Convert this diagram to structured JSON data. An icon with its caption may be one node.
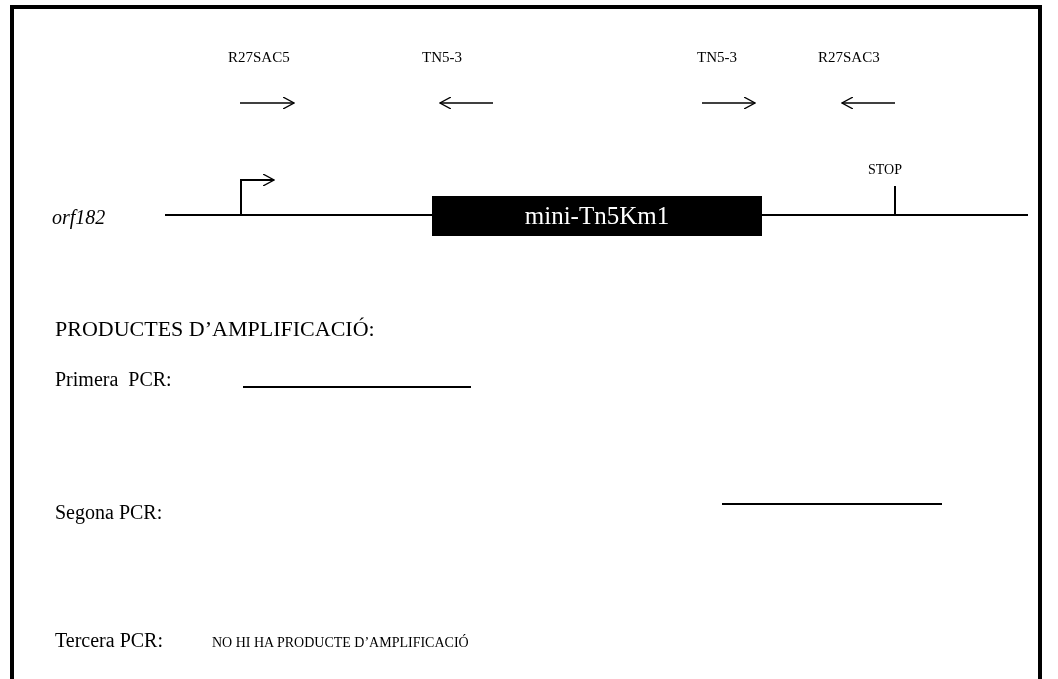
{
  "diagram": {
    "nodes": [
      {
        "text": [
          "mini-Tn5Km1"
        ]
      }
    ],
    "labels": [
      "R27SAC5",
      "TN5-3",
      "TN5-3",
      "R27SAC3",
      "STOP",
      "orf182",
      "PRODUCTES D’AMPLIFICACIÓ:",
      "Primera  PCR:",
      "Segona PCR:",
      "Tercera PCR:",
      "NO HI HA PRODUCTE D’AMPLIFICACIÓ"
    ]
  }
}
